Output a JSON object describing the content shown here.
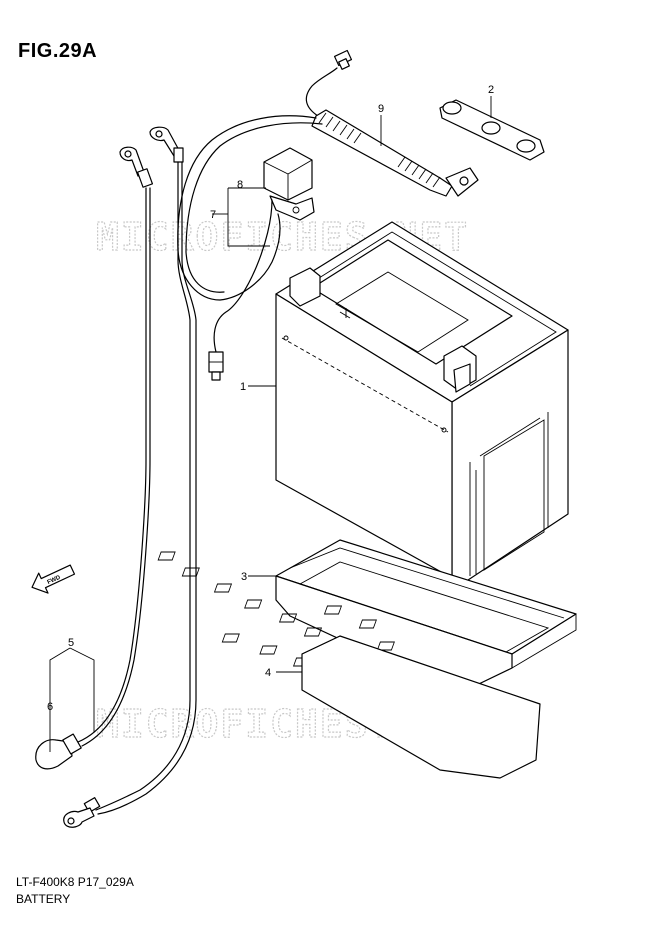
{
  "figure": {
    "title": "FIG.29A",
    "code": "LT-F400K8 P17_029A",
    "name": "BATTERY"
  },
  "watermark": "MICROFICHES.NET",
  "direction_label": "FWD",
  "callouts": [
    "1",
    "2",
    "3",
    "4",
    "5",
    "6",
    "7",
    "8",
    "9"
  ],
  "parts": {
    "battery": "1",
    "cover": "2",
    "battery_tray": "3",
    "tray_pad": "4",
    "cap": "5",
    "cable": "6",
    "relay_bracket": "7",
    "relay": "8",
    "harness": "9"
  }
}
